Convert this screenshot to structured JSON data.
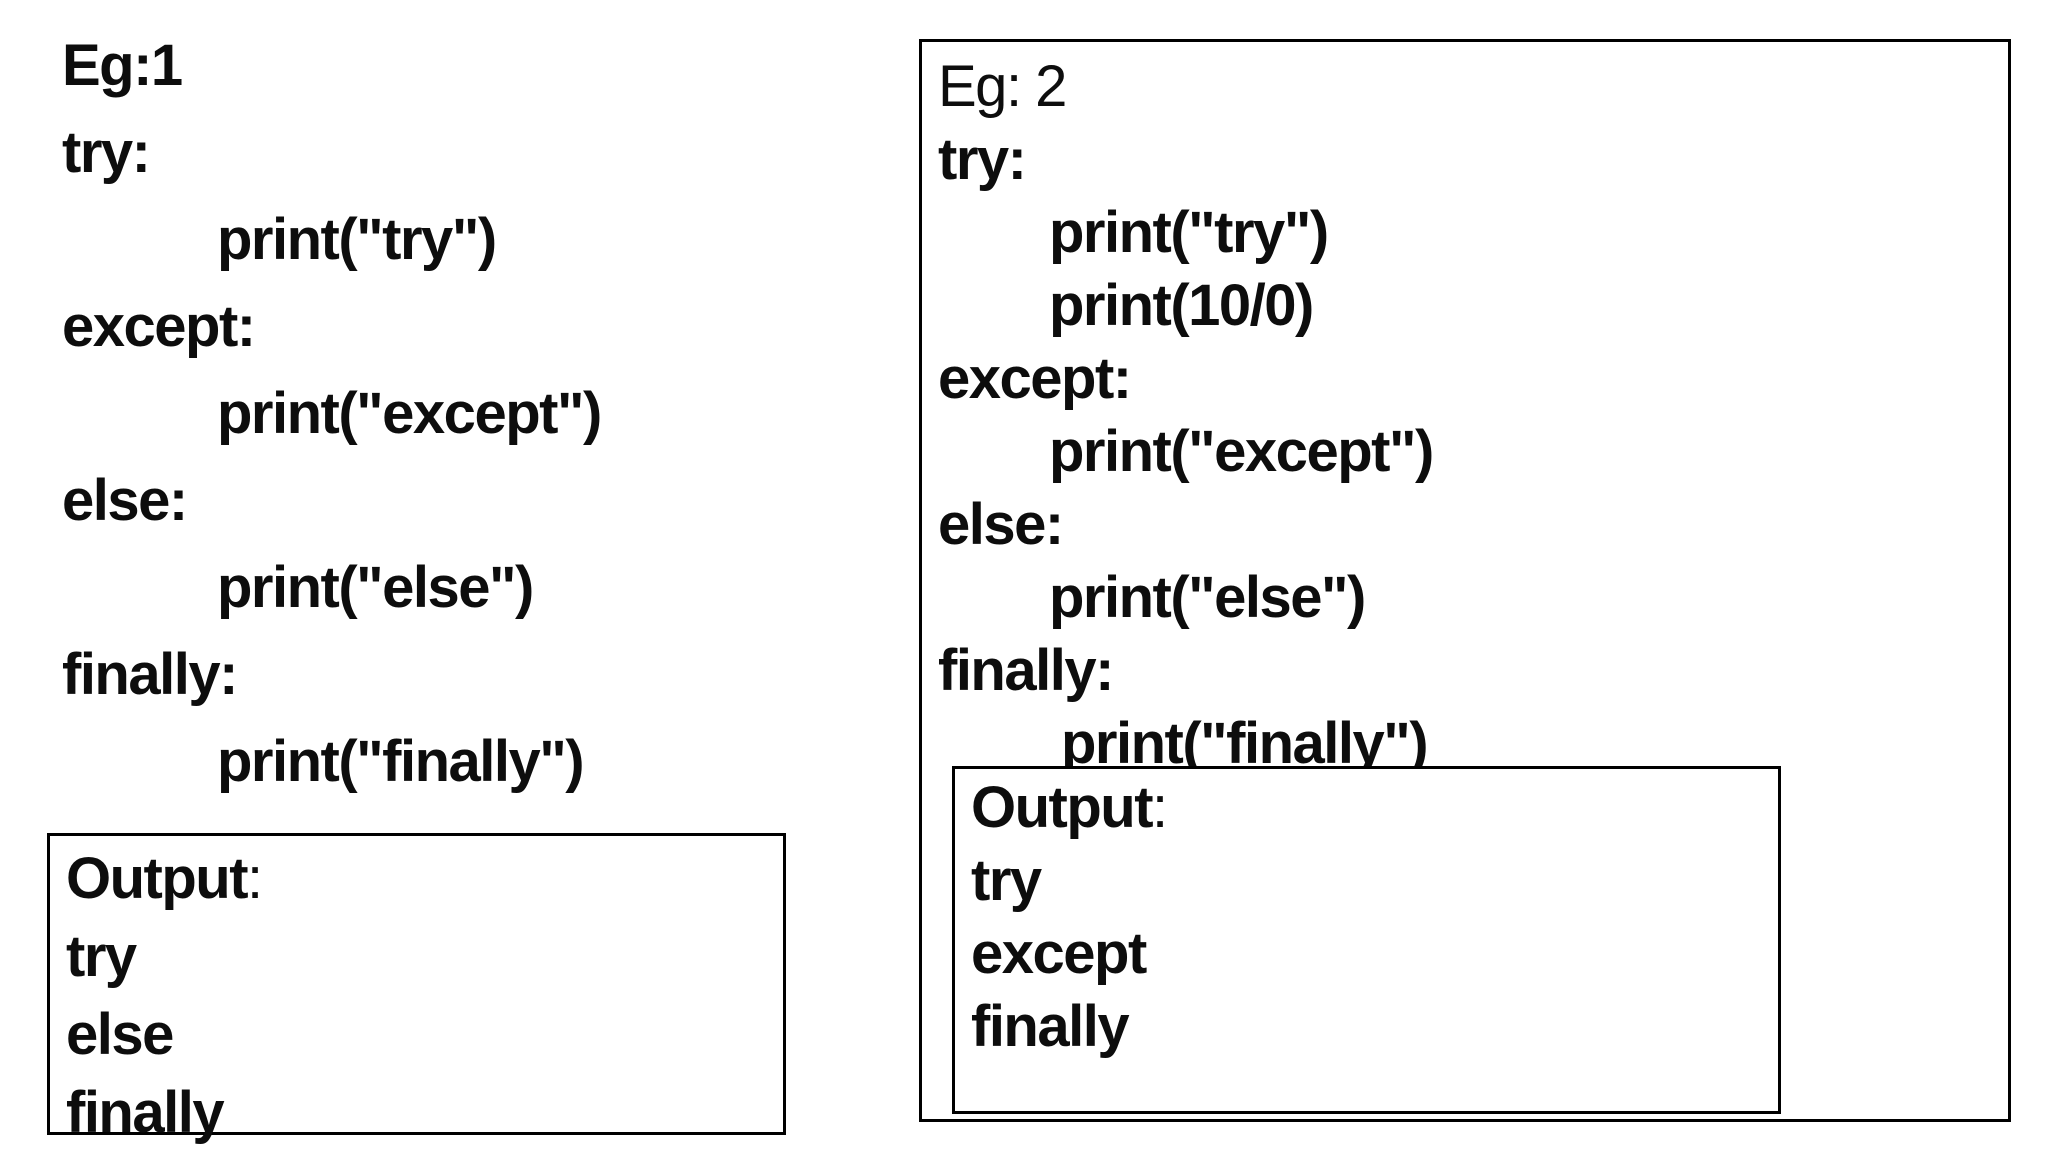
{
  "page": {
    "background": "#ffffff",
    "text_color": "#0d0d0d",
    "border_color": "#000000"
  },
  "example1": {
    "label": "Eg:1",
    "code": [
      "try:",
      "print(\"try\")",
      "except:",
      "print(\"except\")",
      "else:",
      "print(\"else\")",
      "finally:",
      "print(\"finally\")"
    ],
    "output": {
      "label": "Output",
      "colon": ":",
      "lines": [
        "try",
        "else",
        "finally"
      ]
    }
  },
  "example2": {
    "label": "Eg: 2",
    "code": [
      "try:",
      "print(\"try\")",
      "print(10/0)",
      "except:",
      "print(\"except\")",
      "else:",
      "print(\"else\")",
      "finally:",
      "print(\"finally\")"
    ],
    "output": {
      "label": "Output",
      "colon": ":",
      "lines": [
        "try",
        "except",
        "finally"
      ]
    }
  }
}
